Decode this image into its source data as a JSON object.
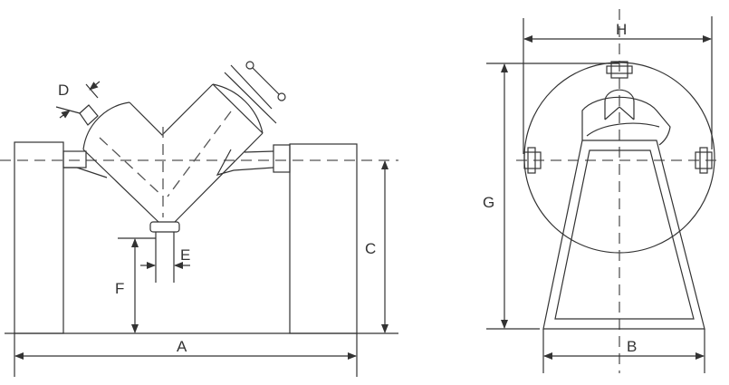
{
  "front_view": {
    "labels": {
      "A": "A",
      "C": "C",
      "D": "D",
      "E": "E",
      "F": "F"
    }
  },
  "side_view": {
    "labels": {
      "B": "B",
      "G": "G",
      "H": "H"
    }
  },
  "colors": {
    "line": "#333333",
    "background": "#ffffff"
  }
}
